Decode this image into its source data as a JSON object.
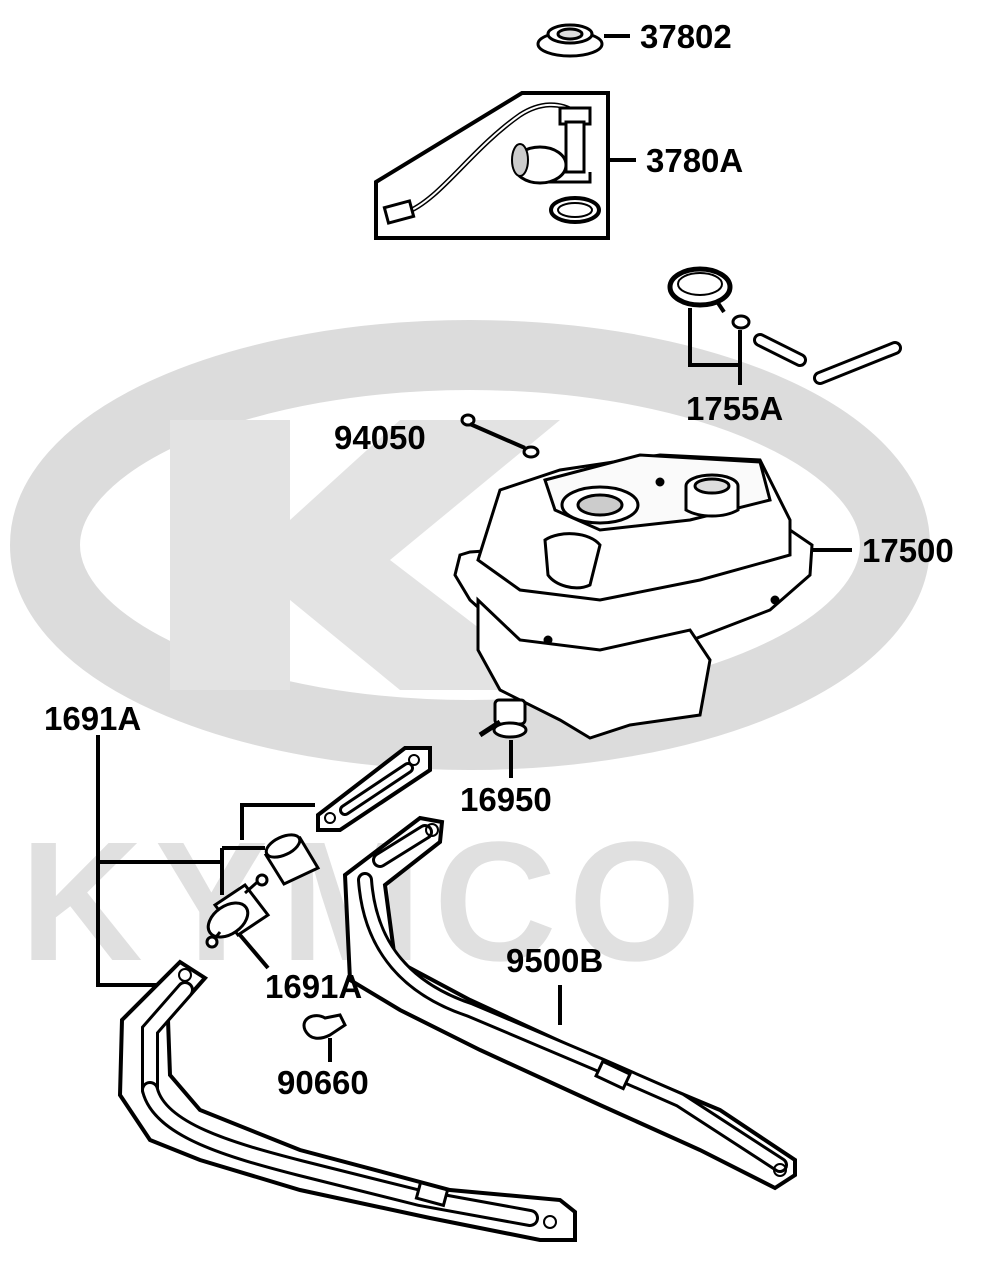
{
  "watermark": {
    "brand_text": "KYMCO",
    "logo_letter": "K",
    "color": "#dcdcdc"
  },
  "colors": {
    "ink": "#000000",
    "part_fill": "#ffffff",
    "shade": "#bdbdbd"
  },
  "parts": {
    "p37802": "37802",
    "p3780A": "3780A",
    "p1755A": "1755A",
    "p94050": "94050",
    "p17500": "17500",
    "p1691A_group": "1691A",
    "p16950": "16950",
    "p1691A_filter": "1691A",
    "p9500B": "9500B",
    "p90660": "90660"
  }
}
